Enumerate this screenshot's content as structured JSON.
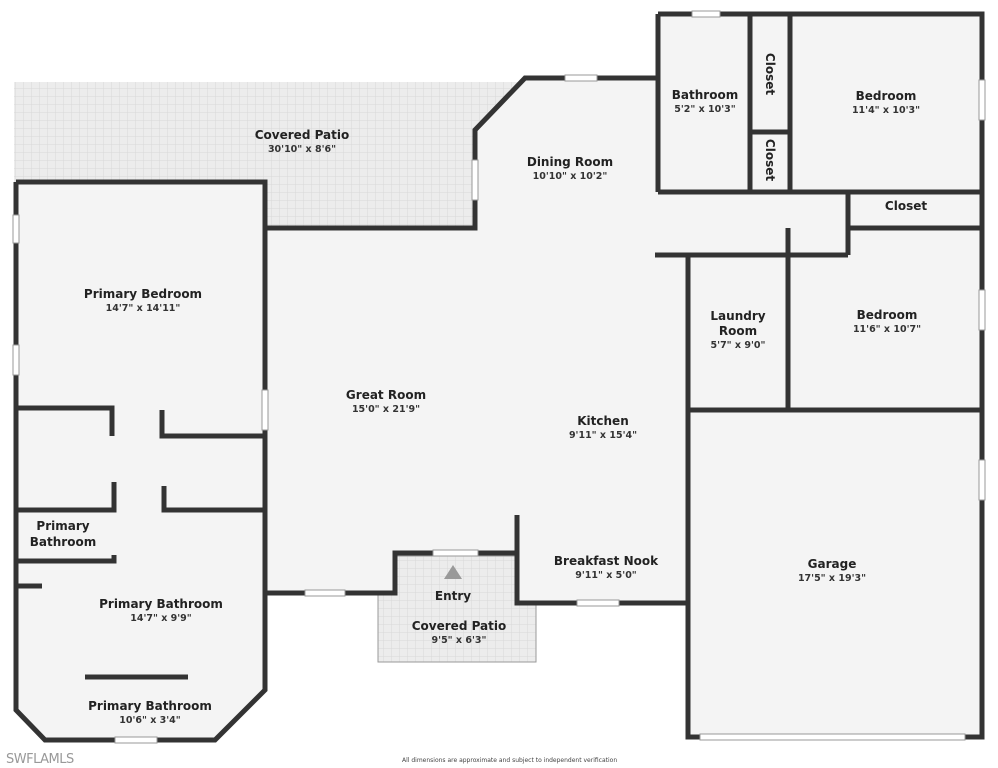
{
  "rooms": {
    "covered_patio_rear": {
      "name": "Covered Patio",
      "dims": "30'10\" x 8'6\""
    },
    "dining_room": {
      "name": "Dining Room",
      "dims": "10'10\" x 10'2\""
    },
    "bathroom": {
      "name": "Bathroom",
      "dims": "5'2\" x 10'3\""
    },
    "closet_1": {
      "name": "Closet"
    },
    "closet_2": {
      "name": "Closet"
    },
    "bedroom_1": {
      "name": "Bedroom",
      "dims": "11'4\" x 10'3\""
    },
    "closet_3": {
      "name": "Closet"
    },
    "primary_bedroom": {
      "name": "Primary Bedroom",
      "dims": "14'7\" x 14'11\""
    },
    "great_room": {
      "name": "Great Room",
      "dims": "15'0\" x 21'9\""
    },
    "kitchen": {
      "name": "Kitchen",
      "dims": "9'11\" x 15'4\""
    },
    "laundry_room": {
      "name": "Laundry Room"
    },
    "laundry_room_dims": "5'7\" x 9'0\"",
    "bedroom_2": {
      "name": "Bedroom",
      "dims": "11'6\" x 10'7\""
    },
    "primary_bathroom_small": {
      "name": "Primary Bathroom"
    },
    "primary_bathroom_main": {
      "name": "Primary Bathroom",
      "dims": "14'7\" x 9'9\""
    },
    "primary_bathroom_lower": {
      "name": "Primary Bathroom",
      "dims": "10'6\" x 3'4\""
    },
    "breakfast_nook": {
      "name": "Breakfast Nook",
      "dims": "9'11\" x 5'0\""
    },
    "entry": {
      "name": "Entry"
    },
    "covered_patio_front": {
      "name": "Covered Patio",
      "dims": "9'5\" x 6'3\""
    },
    "garage": {
      "name": "Garage",
      "dims": "17'5\" x 19'3\""
    }
  },
  "footer": {
    "brand": "SWFLAMLS",
    "disclaimer": "All dimensions are approximate and subject to independent verification"
  },
  "colors": {
    "wall": "#333333",
    "floor": "#f4f4f4",
    "patio": "#e6e6e6"
  }
}
